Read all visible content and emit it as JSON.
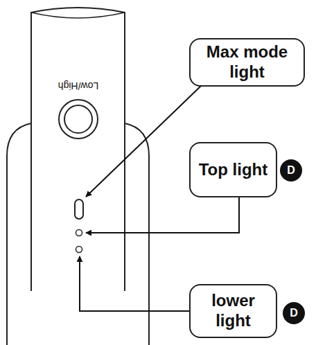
{
  "diagram": {
    "nodes": [
      {
        "text": [
          "Max mode light"
        ]
      },
      {
        "text": [
          "Top light"
        ]
      },
      {
        "text": [
          "D"
        ]
      },
      {
        "text": [
          "lower light"
        ]
      },
      {
        "text": [
          "D"
        ]
      }
    ],
    "labels": [
      "Low/High"
    ]
  }
}
